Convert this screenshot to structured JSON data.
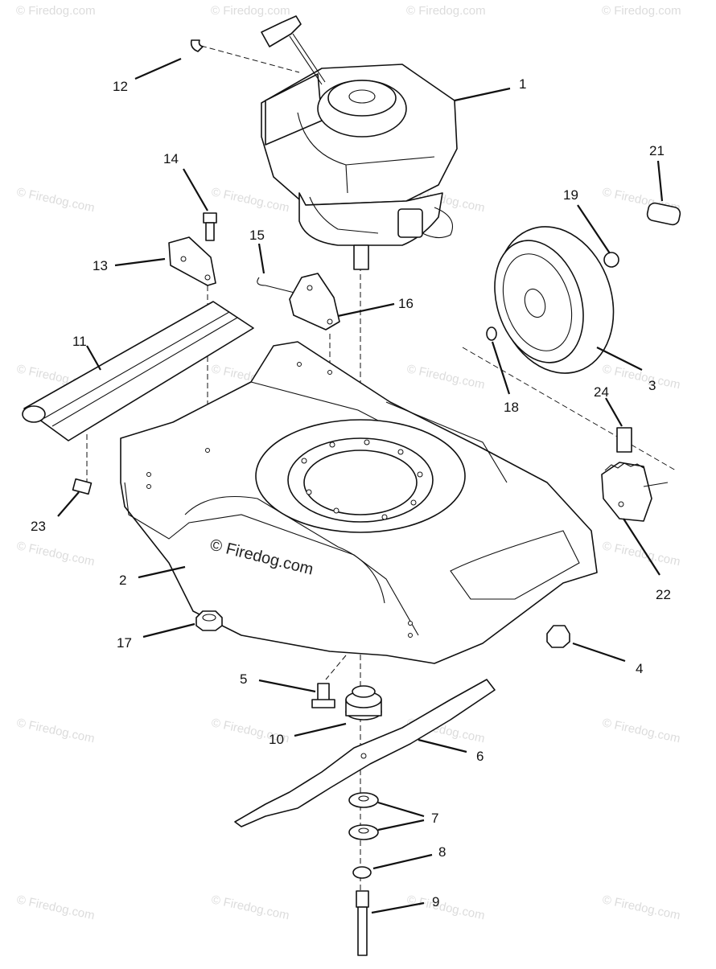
{
  "watermark": "© Firedog.com",
  "brand_label": "© Firedog.com",
  "callouts": [
    "1",
    "2",
    "3",
    "4",
    "5",
    "6",
    "7",
    "8",
    "9",
    "10",
    "11",
    "12",
    "13",
    "14",
    "15",
    "16",
    "17",
    "18",
    "19",
    "21",
    "22",
    "23",
    "24"
  ]
}
